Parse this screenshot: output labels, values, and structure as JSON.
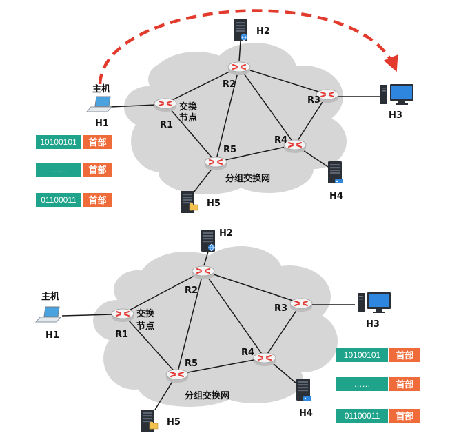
{
  "colors": {
    "cloud": "#d6d6d6",
    "packet_bits": "#1fa38a",
    "packet_header": "#f06b3a",
    "arrow": "#e23b2e",
    "router_top": "#f3f3f3",
    "router_mark": "#e53935"
  },
  "icons": {
    "host": "laptop-icon",
    "desktop": "desktop-computer-icon",
    "server": "server-icon",
    "router": "router-icon"
  },
  "top": {
    "host_type": "主机",
    "host_h1": "H1",
    "server_h2": "H2",
    "host_h3": "H3",
    "server_h4": "H4",
    "server_h5": "H5",
    "routers": [
      "R1",
      "R2",
      "R3",
      "R4",
      "R5"
    ],
    "switch_node_line1": "交换",
    "switch_node_line2": "节点",
    "network_label": "分组交换网",
    "packets": [
      {
        "bits": "10100101",
        "header": "首部"
      },
      {
        "bits": "……",
        "header": "首部"
      },
      {
        "bits": "01100011",
        "header": "首部"
      }
    ]
  },
  "bottom": {
    "host_type": "主机",
    "host_h1": "H1",
    "server_h2": "H2",
    "host_h3": "H3",
    "server_h4": "H4",
    "server_h5": "H5",
    "routers": [
      "R1",
      "R2",
      "R3",
      "R4",
      "R5"
    ],
    "switch_node_line1": "交换",
    "switch_node_line2": "节点",
    "network_label": "分组交换网",
    "packets": [
      {
        "bits": "10100101",
        "header": "首部"
      },
      {
        "bits": "……",
        "header": "首部"
      },
      {
        "bits": "01100011",
        "header": "首部"
      }
    ]
  }
}
